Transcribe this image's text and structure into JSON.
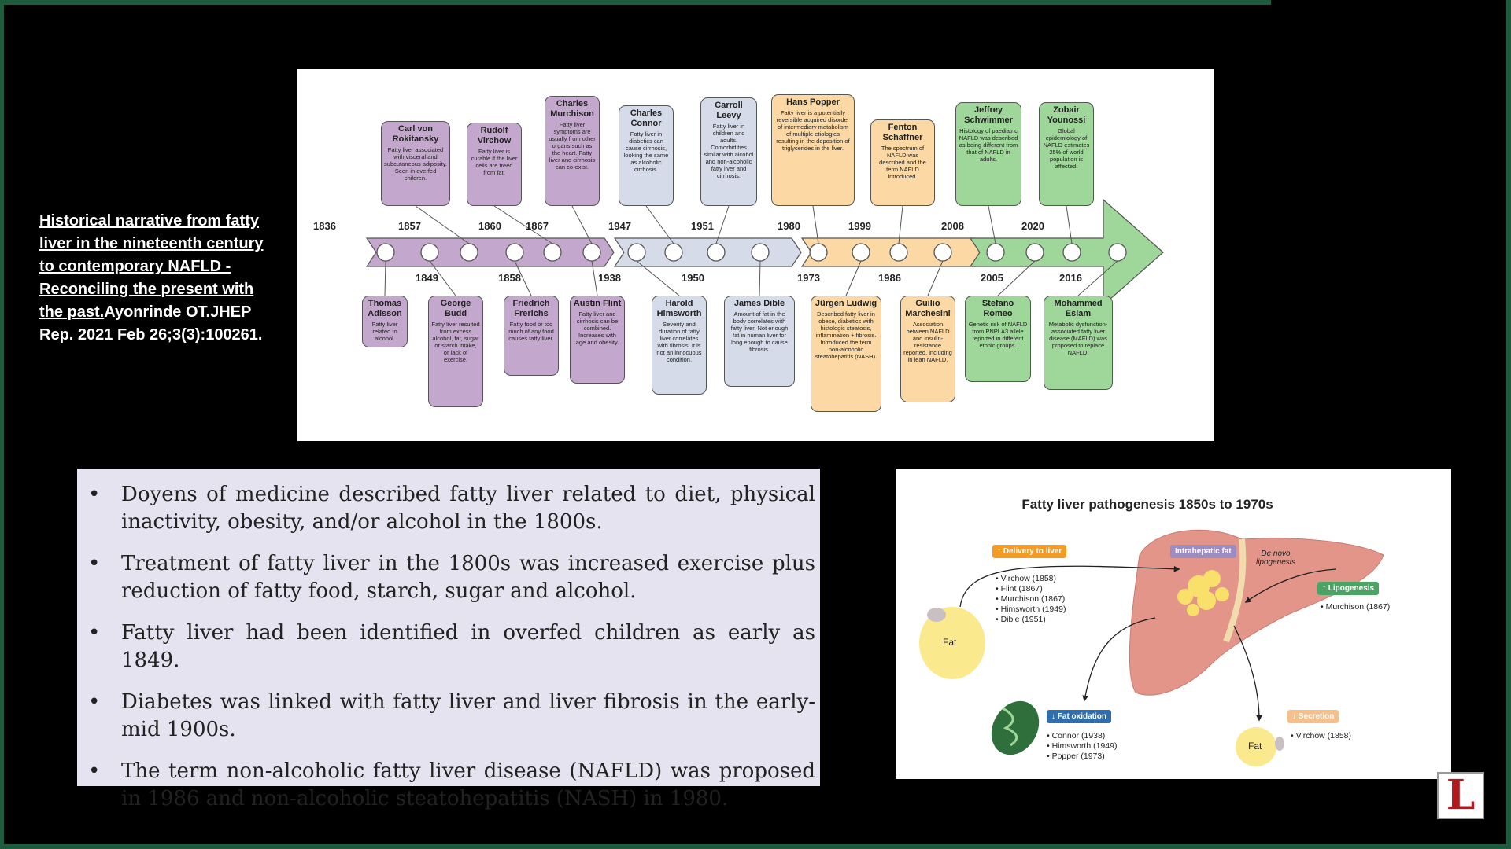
{
  "citation": {
    "title_link": "Historical narrative from fatty liver in the nineteenth century to contemporary NAFLD - Reconciling the present with the past.",
    "rest": "Ayonrinde OT.JHEP Rep. 2021 Feb 26;3(3):100261."
  },
  "timeline": {
    "years_top": [
      "1836",
      "1857",
      "1860",
      "1867",
      "1947",
      "1951",
      "1980",
      "1999",
      "2008",
      "2020"
    ],
    "years_bottom": [
      "1849",
      "1858",
      "1938",
      "1950",
      "1973",
      "1986",
      "2005",
      "2016"
    ],
    "top_cards": [
      {
        "name": "Carl von Rokitansky",
        "text": "Fatty liver associated with visceral and subcutaneous adiposity. Seen in overfed children."
      },
      {
        "name": "Rudolf Virchow",
        "text": "Fatty liver is curable if the liver cells are freed from fat."
      },
      {
        "name": "Charles Murchison",
        "text": "Fatty liver symptoms are usually from other organs such as the heart. Fatty liver and cirrhosis can co-exist."
      },
      {
        "name": "Charles Connor",
        "text": "Fatty liver in diabetics can cause cirrhosis, looking the same as alcoholic cirrhosis."
      },
      {
        "name": "Carroll Leevy",
        "text": "Fatty liver in children and adults. Comorbidities similar with alcohol and non-alcoholic fatty liver and cirrhosis."
      },
      {
        "name": "Hans Popper",
        "text": "Fatty liver is a potentially reversible acquired disorder of intermediary metabolism of multiple etiologies resulting in the deposition of triglycerides in the liver."
      },
      {
        "name": "Fenton Schaffner",
        "text": "The spectrum of NAFLD was described and the term NAFLD introduced."
      },
      {
        "name": "Jeffrey Schwimmer",
        "text": "Histology of paediatric NAFLD was described as being different from that of NAFLD in adults."
      },
      {
        "name": "Zobair Younossi",
        "text": "Global epidemiology of NAFLD estimates 25% of world population is affected."
      }
    ],
    "bottom_cards": [
      {
        "name": "Thomas Adisson",
        "text": "Fatty liver related to alcohol."
      },
      {
        "name": "George Budd",
        "text": "Fatty liver resulted from excess alcohol, fat, sugar or starch intake, or lack of exercise."
      },
      {
        "name": "Friedrich Frerichs",
        "text": "Fatty food or too much of any food causes fatty liver."
      },
      {
        "name": "Austin Flint",
        "text": "Fatty liver and cirrhosis can be combined. Increases with age and obesity."
      },
      {
        "name": "Harold Himsworth",
        "text": "Severity and duration of fatty liver correlates with fibrosis. It is not an innocuous condition."
      },
      {
        "name": "James Dible",
        "text": "Amount of fat in the body correlates with fatty liver. Not enough fat in human liver for long enough to cause fibrosis."
      },
      {
        "name": "Jürgen Ludwig",
        "text": "Described fatty liver in obese, diabetics with histologic steatosis, inflammation + fibrosis. Introduced the term non-alcoholic steatohepatitis (NASH)."
      },
      {
        "name": "Guilio Marchesini",
        "text": "Association between NAFLD and insulin-resistance reported, including in lean NAFLD."
      },
      {
        "name": "Stefano Romeo",
        "text": "Genetic risk of NAFLD from PNPLA3 allele reported in different ethnic groups."
      },
      {
        "name": "Mohammed Eslam",
        "text": "Metabolic dysfunction-associated fatty liver disease (MAFLD) was proposed to replace NAFLD."
      }
    ]
  },
  "bullets": [
    "Doyens of medicine described fatty liver related to diet, physical inactivity, obesity, and/or alcohol in the 1800s.",
    "Treatment of fatty liver in the 1800s was increased exercise plus reduction of fatty food, starch, sugar and alcohol.",
    "Fatty liver had been identified in overfed children as early as 1849.",
    "Diabetes was linked with fatty liver and liver fibrosis in the early-mid 1900s.",
    "The term non-alcoholic fatty liver disease (NAFLD) was proposed in 1986 and non-alcoholic steatohepatitis (NASH) in 1980."
  ],
  "bullet_marker": "•",
  "pathogenesis": {
    "title": "Fatty liver pathogenesis 1850s to 1970s",
    "delivery_label": "↑ Delivery to liver",
    "delivery_refs": [
      "• Virchow (1858)",
      "• Flint (1867)",
      "• Murchison (1867)",
      "• Himsworth (1949)",
      "• Dible (1951)"
    ],
    "intrahepatic_label": "Intrahepatic fat",
    "de_novo_label": "De novo lipogenesis",
    "lipogenesis_label": "↑ Lipogenesis",
    "lipogenesis_refs": [
      "• Murchison (1867)"
    ],
    "fat_label_left": "Fat",
    "fat_oxidation_label": "↓ Fat oxidation",
    "fat_oxidation_refs": [
      "• Connor (1938)",
      "• Himsworth (1949)",
      "• Popper (1973)"
    ],
    "secretion_label": "↓ Secretion",
    "secretion_refs": [
      "• Virchow (1858)"
    ],
    "fat_label_right": "Fat"
  },
  "logo": {
    "letter": "L"
  },
  "colors": {
    "frame": "#1e5c3e",
    "purple": "#c4a7cd",
    "blue": "#d6dbe9",
    "orange": "#fbd8a4",
    "green": "#9fd69a"
  }
}
